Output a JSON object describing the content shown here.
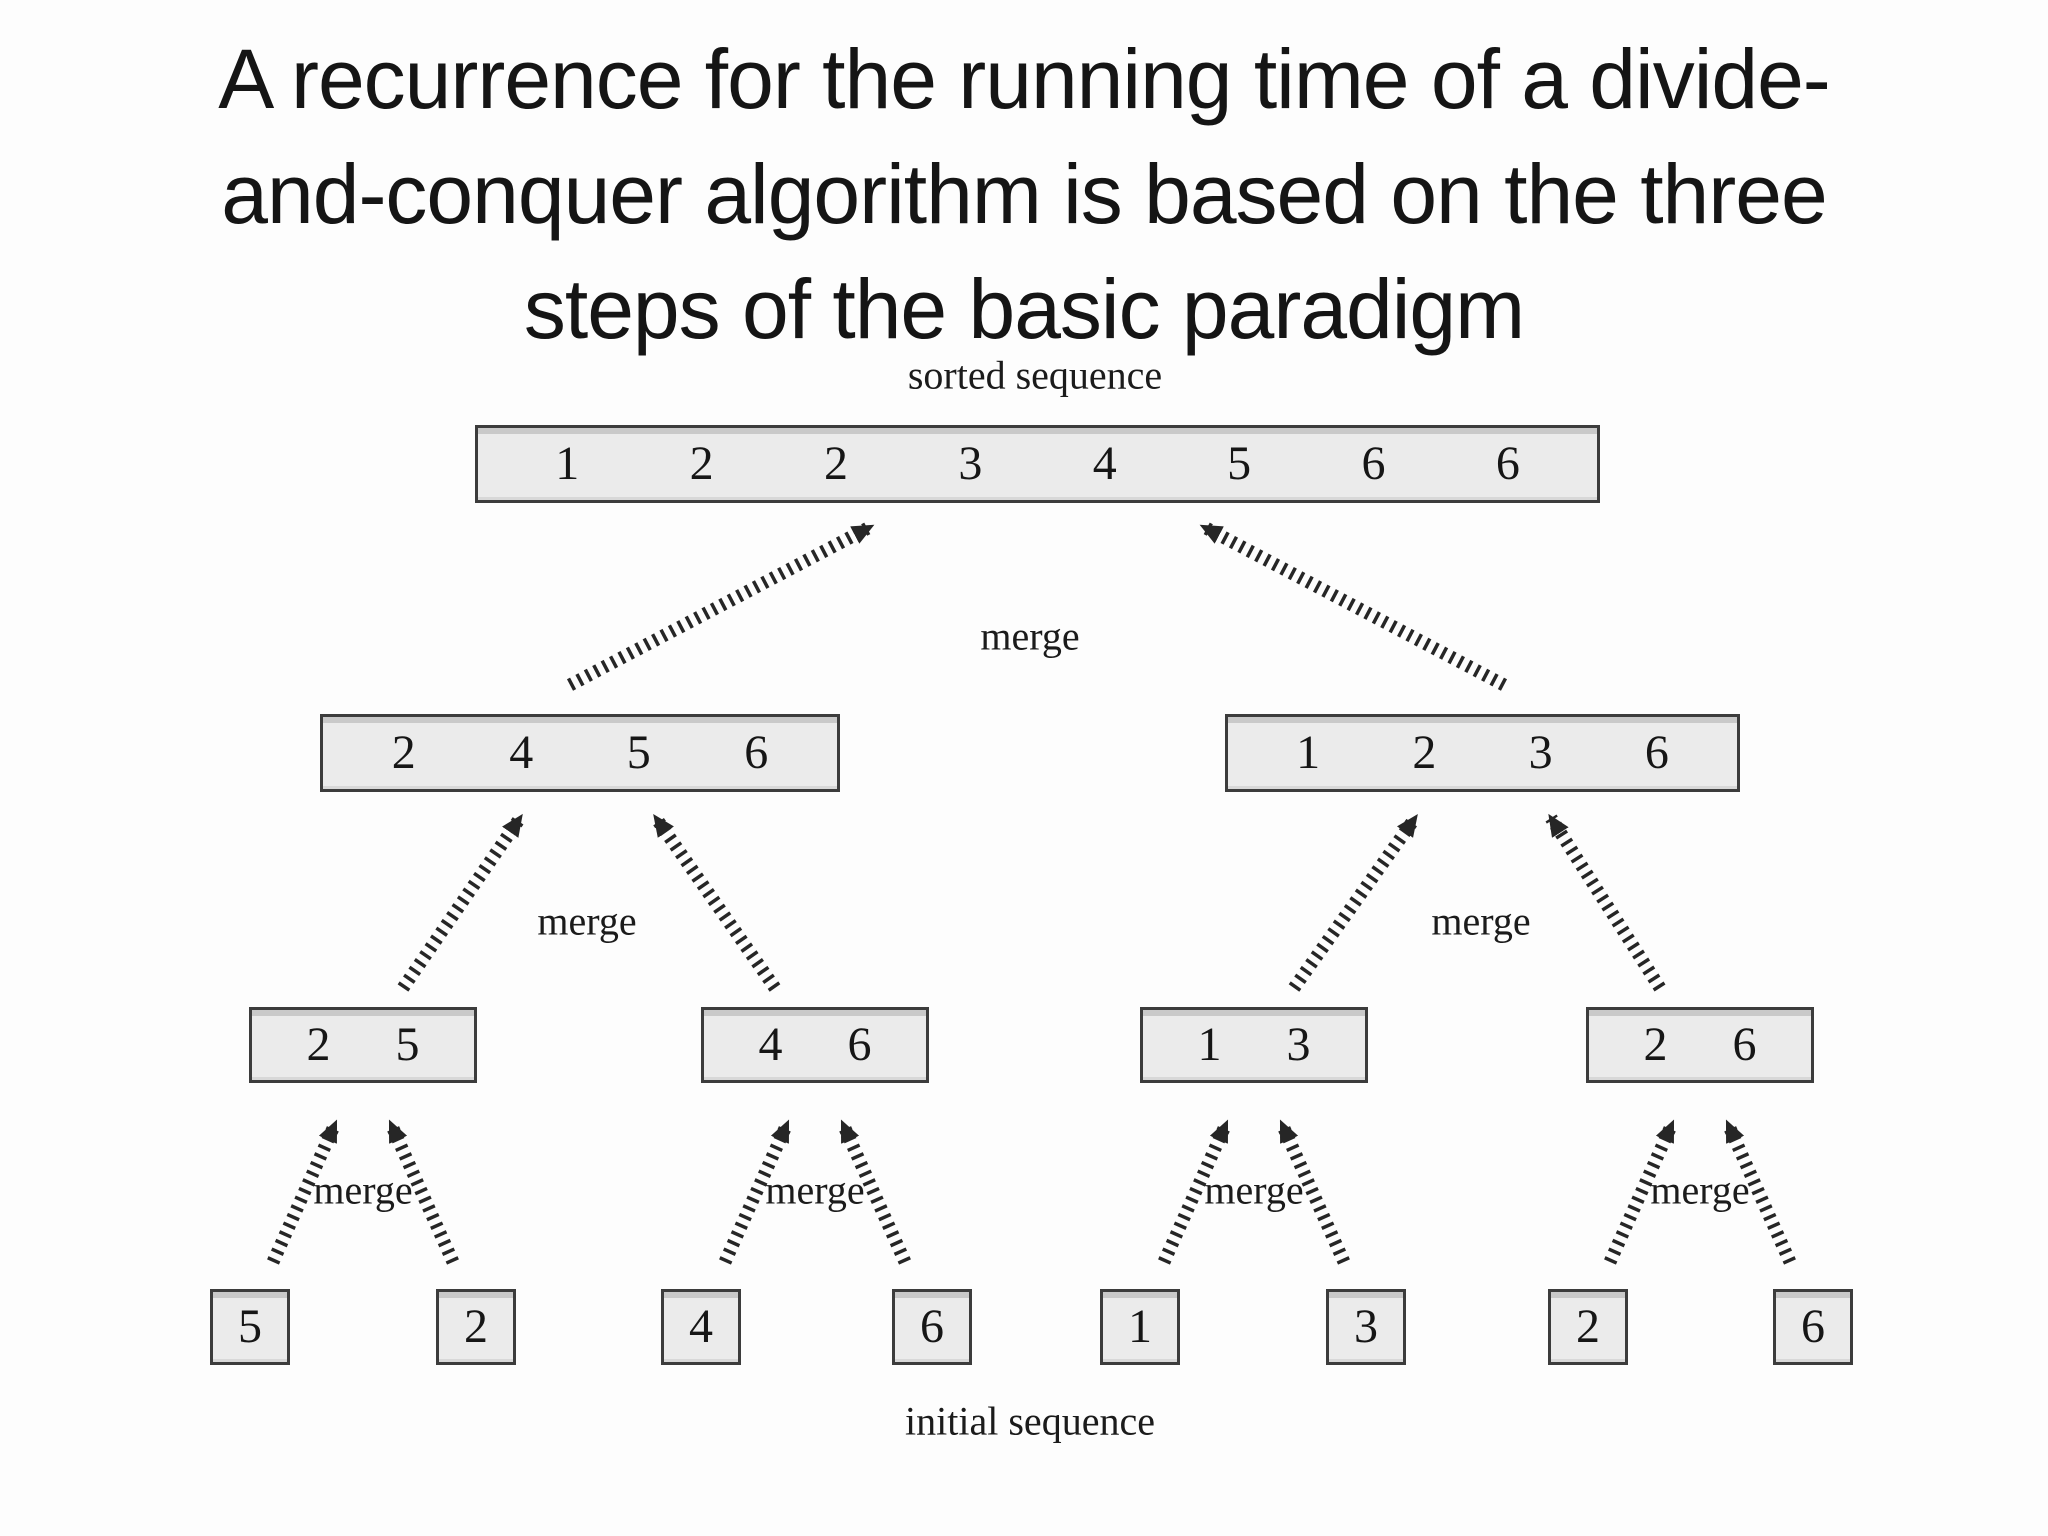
{
  "title": {
    "lines": [
      "A recurrence for the running time of a divide-",
      "and-conquer algorithm is based on the three",
      "steps of the basic paradigm"
    ]
  },
  "diagram": {
    "sorted_label": "sorted sequence",
    "initial_label": "initial sequence",
    "merge_label": "merge",
    "sorted": [
      "1",
      "2",
      "2",
      "3",
      "4",
      "5",
      "6",
      "6"
    ],
    "level2": {
      "left": [
        "2",
        "4",
        "5",
        "6"
      ],
      "right": [
        "1",
        "2",
        "3",
        "6"
      ]
    },
    "level3": {
      "box1": [
        "2",
        "5"
      ],
      "box2": [
        "4",
        "6"
      ],
      "box3": [
        "1",
        "3"
      ],
      "box4": [
        "2",
        "6"
      ]
    },
    "initial": [
      "5",
      "2",
      "4",
      "6",
      "1",
      "3",
      "2",
      "6"
    ]
  },
  "colors": {
    "background": "#fdfdfd",
    "box_fill": "#ebebeb",
    "box_border": "#3c3c3c",
    "arrow": "#262626",
    "text": "#1a1a1a"
  }
}
